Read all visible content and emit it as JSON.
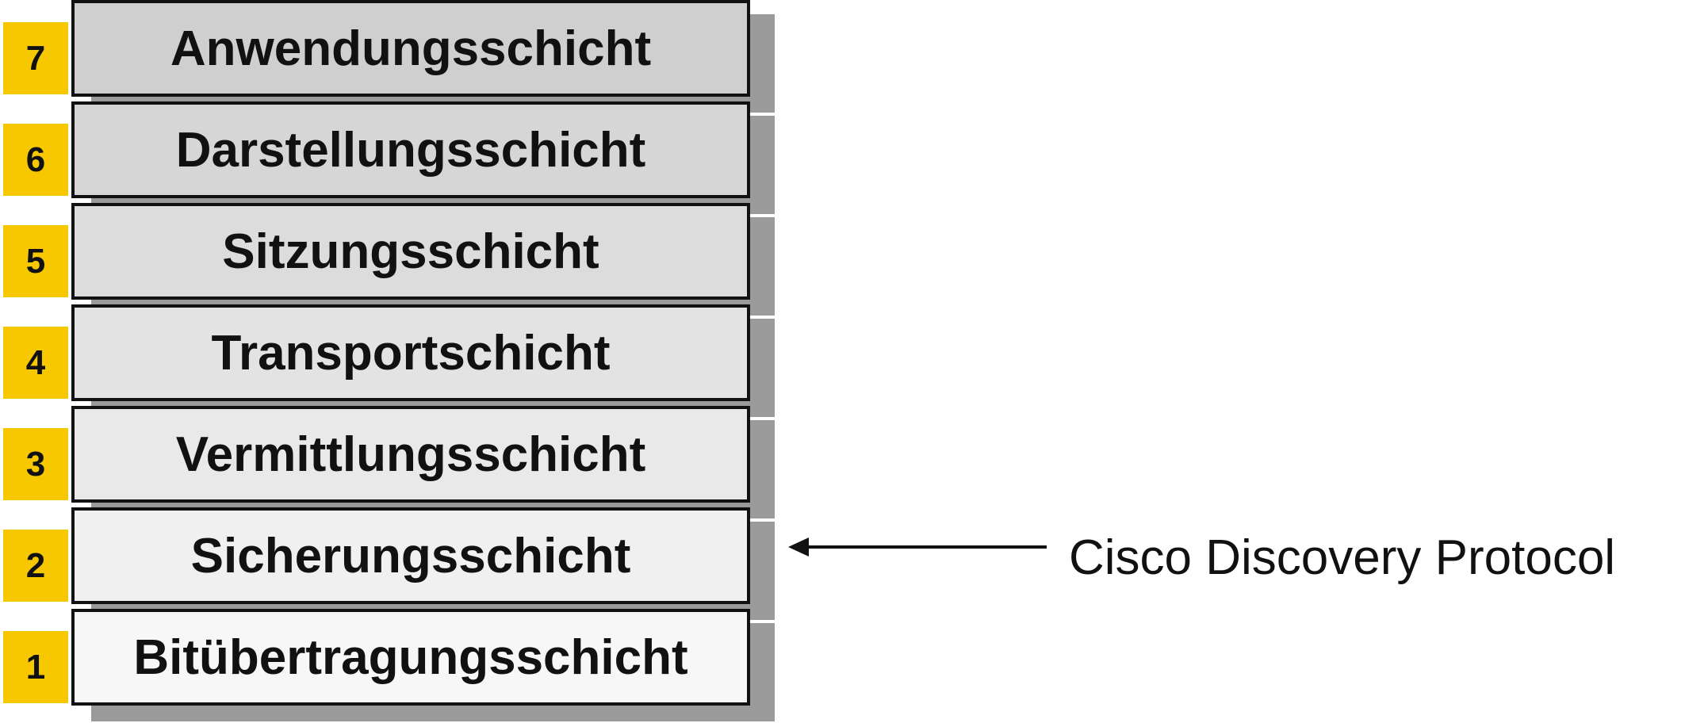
{
  "diagram": {
    "layers": [
      {
        "number": "7",
        "label": "Anwendungsschicht",
        "fill": "#cfcfcf"
      },
      {
        "number": "6",
        "label": "Darstellungsschicht",
        "fill": "#d6d6d6"
      },
      {
        "number": "5",
        "label": "Sitzungsschicht",
        "fill": "#dcdcdc"
      },
      {
        "number": "4",
        "label": "Transportschicht",
        "fill": "#e3e3e3"
      },
      {
        "number": "3",
        "label": "Vermittlungsschicht",
        "fill": "#e9e9e9"
      },
      {
        "number": "2",
        "label": "Sicherungsschicht",
        "fill": "#f0f0f0"
      },
      {
        "number": "1",
        "label": "Bitübertragungsschicht",
        "fill": "#f7f7f7"
      }
    ],
    "annotation": {
      "label": "Cisco Discovery Protocol",
      "target_layer": "2"
    },
    "colors": {
      "number_tab": "#f7c800",
      "border": "#111111",
      "shadow": "#9a9a9a"
    }
  }
}
